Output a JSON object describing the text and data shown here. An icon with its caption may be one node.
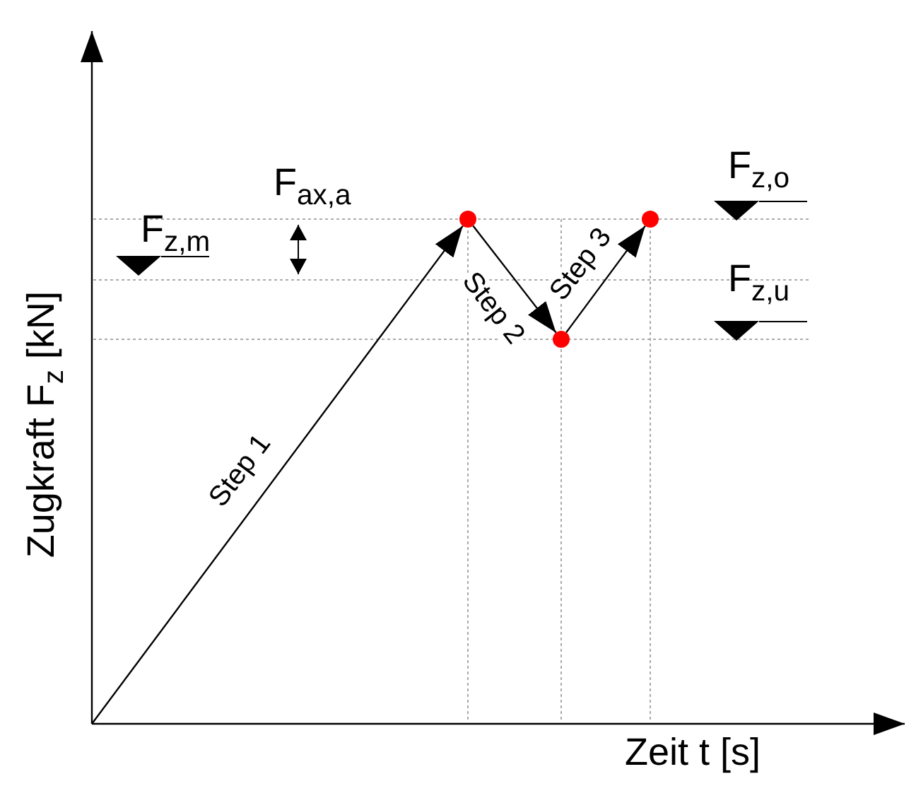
{
  "diagram": {
    "nodes": [
      {
        "text": [],
        "shape": "circle"
      },
      {
        "text": [],
        "shape": "circle"
      },
      {
        "text": [],
        "shape": "circle"
      }
    ],
    "edges": [
      {
        "from": null,
        "to": 0,
        "arrow": "to",
        "label": "Step 1"
      },
      {
        "from": 0,
        "to": 1,
        "arrow": "to",
        "label": "Step 2"
      },
      {
        "from": 1,
        "to": 2,
        "arrow": "to",
        "label": "Step 3"
      }
    ],
    "labels": [
      "Zugkraft F$_{z}$ [kN]",
      "F$_{z,m}$",
      "F$_{ax,a}$",
      "F$_{z,o}$",
      "F$_{z,u}$",
      "Zeit t [s]"
    ]
  }
}
